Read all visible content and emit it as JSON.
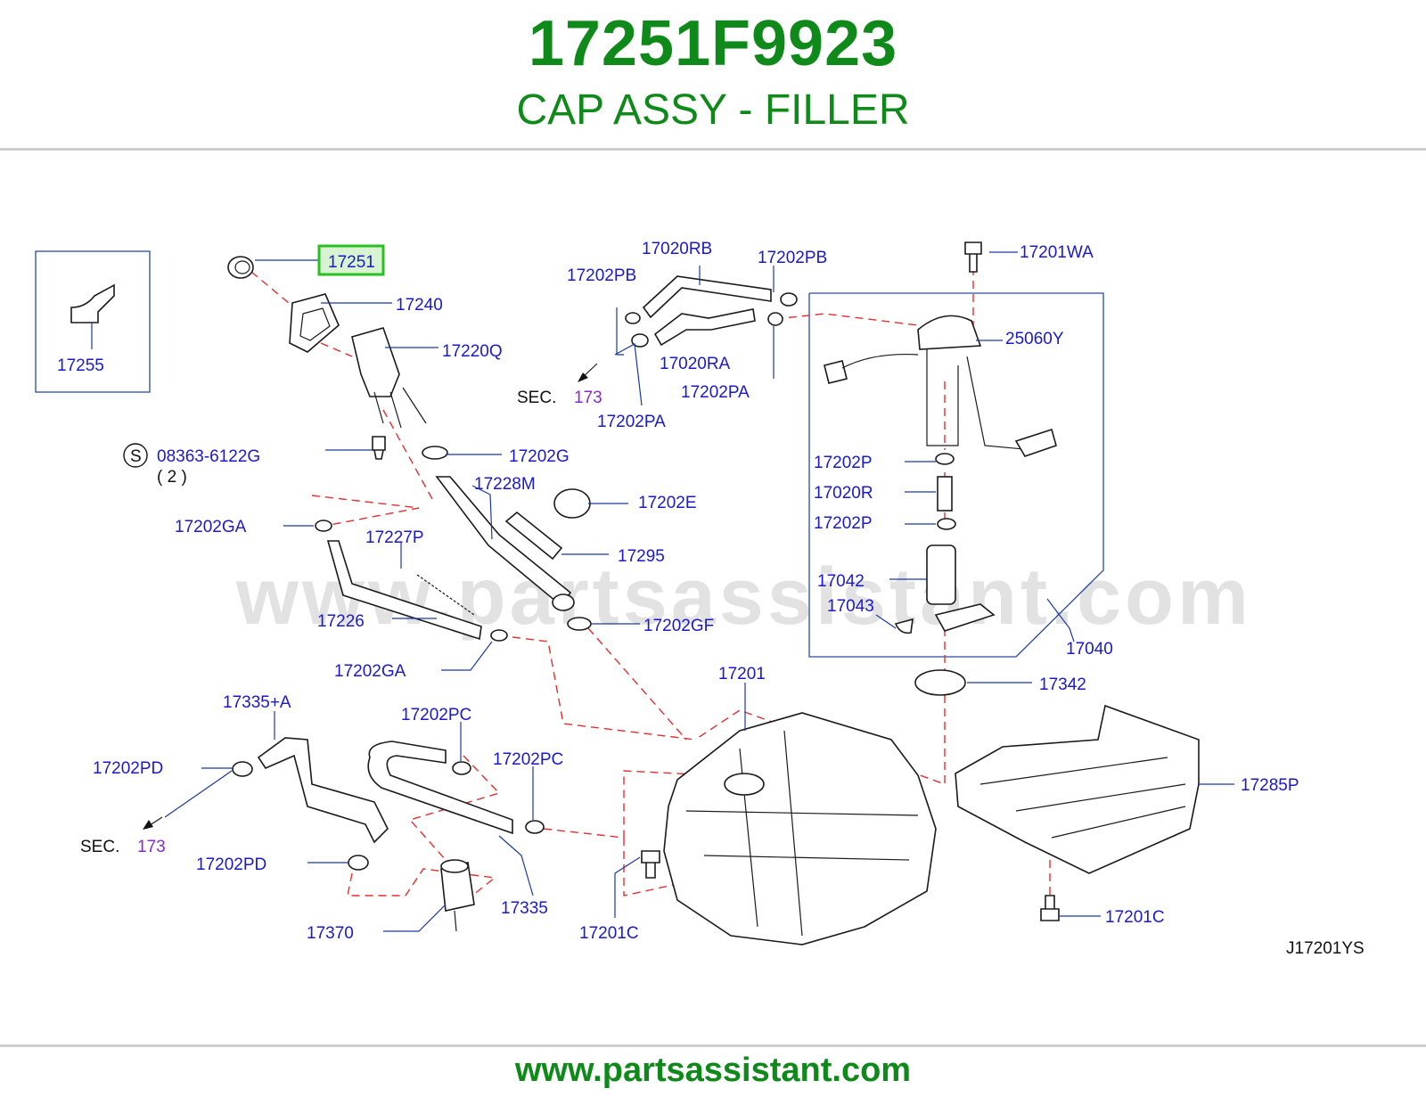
{
  "header": {
    "part_number": "17251F9923",
    "part_name": "CAP ASSY - FILLER"
  },
  "footer": {
    "website": "www.partsassistant.com"
  },
  "diagram": {
    "watermark": "www.partsassistant.com",
    "code": "J17201YS",
    "highlighted_label": "17251",
    "sec_prefix": "SEC.",
    "sec_number": "173",
    "screw_marker": "S",
    "screw_qty": "( 2 )",
    "labels": {
      "l17255": "17255",
      "l17240": "17240",
      "l17220Q": "17220Q",
      "l08363": "08363-6122G",
      "l17202G": "17202G",
      "l17228M": "17228M",
      "l17202E": "17202E",
      "l17202GA_1": "17202GA",
      "l17227P": "17227P",
      "l17295": "17295",
      "l17226": "17226",
      "l17202GF": "17202GF",
      "l17202GA_2": "17202GA",
      "l17020RB": "17020RB",
      "l17202PB_1": "17202PB",
      "l17202PB_2": "17202PB",
      "l17020RA": "17020RA",
      "l17202PA_1": "17202PA",
      "l17202PA_2": "17202PA",
      "l17201WA": "17201WA",
      "l25060Y": "25060Y",
      "l17202P_1": "17202P",
      "l17020R": "17020R",
      "l17202P_2": "17202P",
      "l17042": "17042",
      "l17043": "17043",
      "l17040": "17040",
      "l17342": "17342",
      "l17201": "17201",
      "l17285P": "17285P",
      "l17335A": "17335+A",
      "l17202PD_1": "17202PD",
      "l17202PD_2": "17202PD",
      "l17202PC_1": "17202PC",
      "l17202PC_2": "17202PC",
      "l17335": "17335",
      "l17370": "17370",
      "l17201C_1": "17201C",
      "l17201C_2": "17201C"
    }
  },
  "colors": {
    "brand_green": "#0f8a1a",
    "label_blue": "#1a1ac8",
    "sec_purple": "#8a2bc9",
    "dash_red": "#e03030",
    "highlight_green": "#27c21f"
  }
}
